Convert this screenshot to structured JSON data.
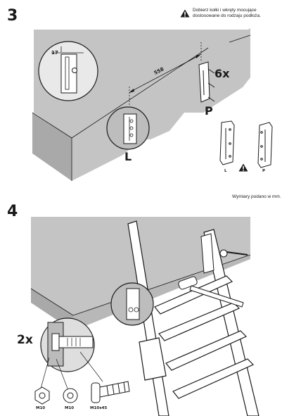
{
  "step3": {
    "number": "3",
    "warning_text_line1": "Dobierz kołki i wkręty mocujące",
    "warning_text_line2": "dostosowane do rodzaju podłoża.",
    "dimension_depth": "17",
    "dimension_spacing": "558",
    "quantity": "6x",
    "label_right": "P",
    "label_left": "L",
    "bracket_label_left": "L",
    "bracket_label_right": "P",
    "unit_note": "Wymiary podano w mm."
  },
  "step4": {
    "number": "4",
    "quantity": "2x",
    "part1": "M10",
    "part2": "M10",
    "part3": "M10x45"
  },
  "colors": {
    "wall_top": "#c4c4c4",
    "wall_front": "#a9a9a9",
    "line": "#1a1a1a",
    "detail_bg": "#e9e9e9"
  },
  "icons": [
    "warning-icon",
    "warning-icon"
  ]
}
